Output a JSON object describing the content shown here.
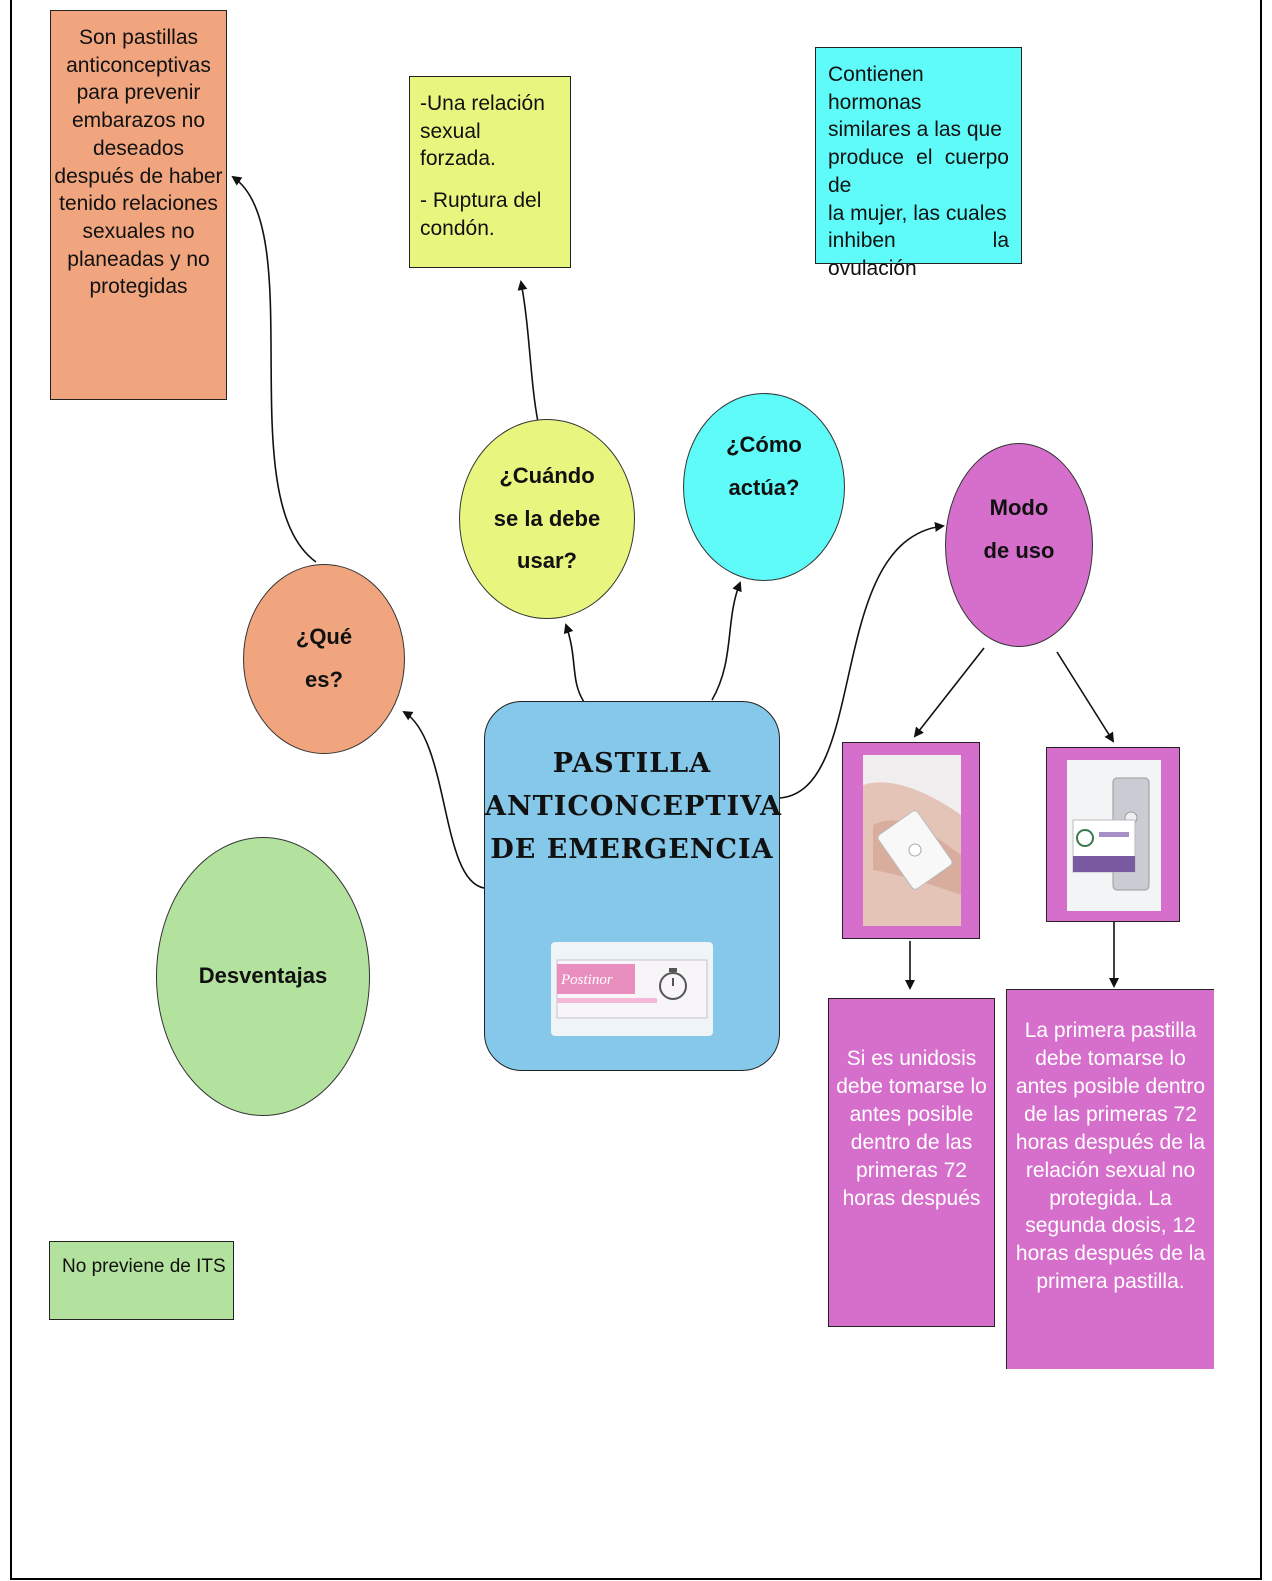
{
  "center": {
    "title": "PASTILLA\nANTICONCEPTIVA\nDE EMERGENCIA",
    "image": "emergency-pill-box-image"
  },
  "nodes": {
    "que_es": "¿Qué\nes?",
    "cuando": "¿Cuándo\nse la debe\nusar?",
    "como": "¿Cómo\nactúa?",
    "modo": "Modo\nde uso",
    "desventajas": "Desventajas"
  },
  "boxes": {
    "que_es_text": "Son pastillas\nanticonceptivas\npara prevenir\nembarazos no\ndeseados\ndespués de haber\ntenido relaciones\nsexuales no\nplaneadas y no\nprotegidas",
    "cuando_item1": "-Una relación\nsexual forzada.",
    "cuando_item2": "- Ruptura del\ncondón.",
    "como_text": "Contienen hormonas\nsimilares a las que\nproduce el cuerpo de\nla mujer, las cuales\ninhiben la ovulación",
    "desventajas_text": "No previene de ITS",
    "unidosis_text": "Si es unidosis\ndebe tomarse lo\nantes posible\ndentro de las\nprimeras 72\nhoras después",
    "dos_dosis_text": "La primera pastilla\ndebe tomarse lo\nantes posible dentro\nde las primeras 72\nhoras después de la\nrelación sexual no\nprotegida. La\nsegunda dosis, 12\nhoras después de la\nprimera pastilla."
  },
  "images": {
    "unidosis": "hand-holding-pill-image",
    "dos_dosis": "pill-pack-box-image"
  },
  "colors": {
    "que_es": "#f0a57f",
    "cuando": "#e8f57f",
    "como": "#5efbf8",
    "modo": "#d66fcc",
    "desventajas": "#b3e29e",
    "center": "#86c8e9"
  }
}
